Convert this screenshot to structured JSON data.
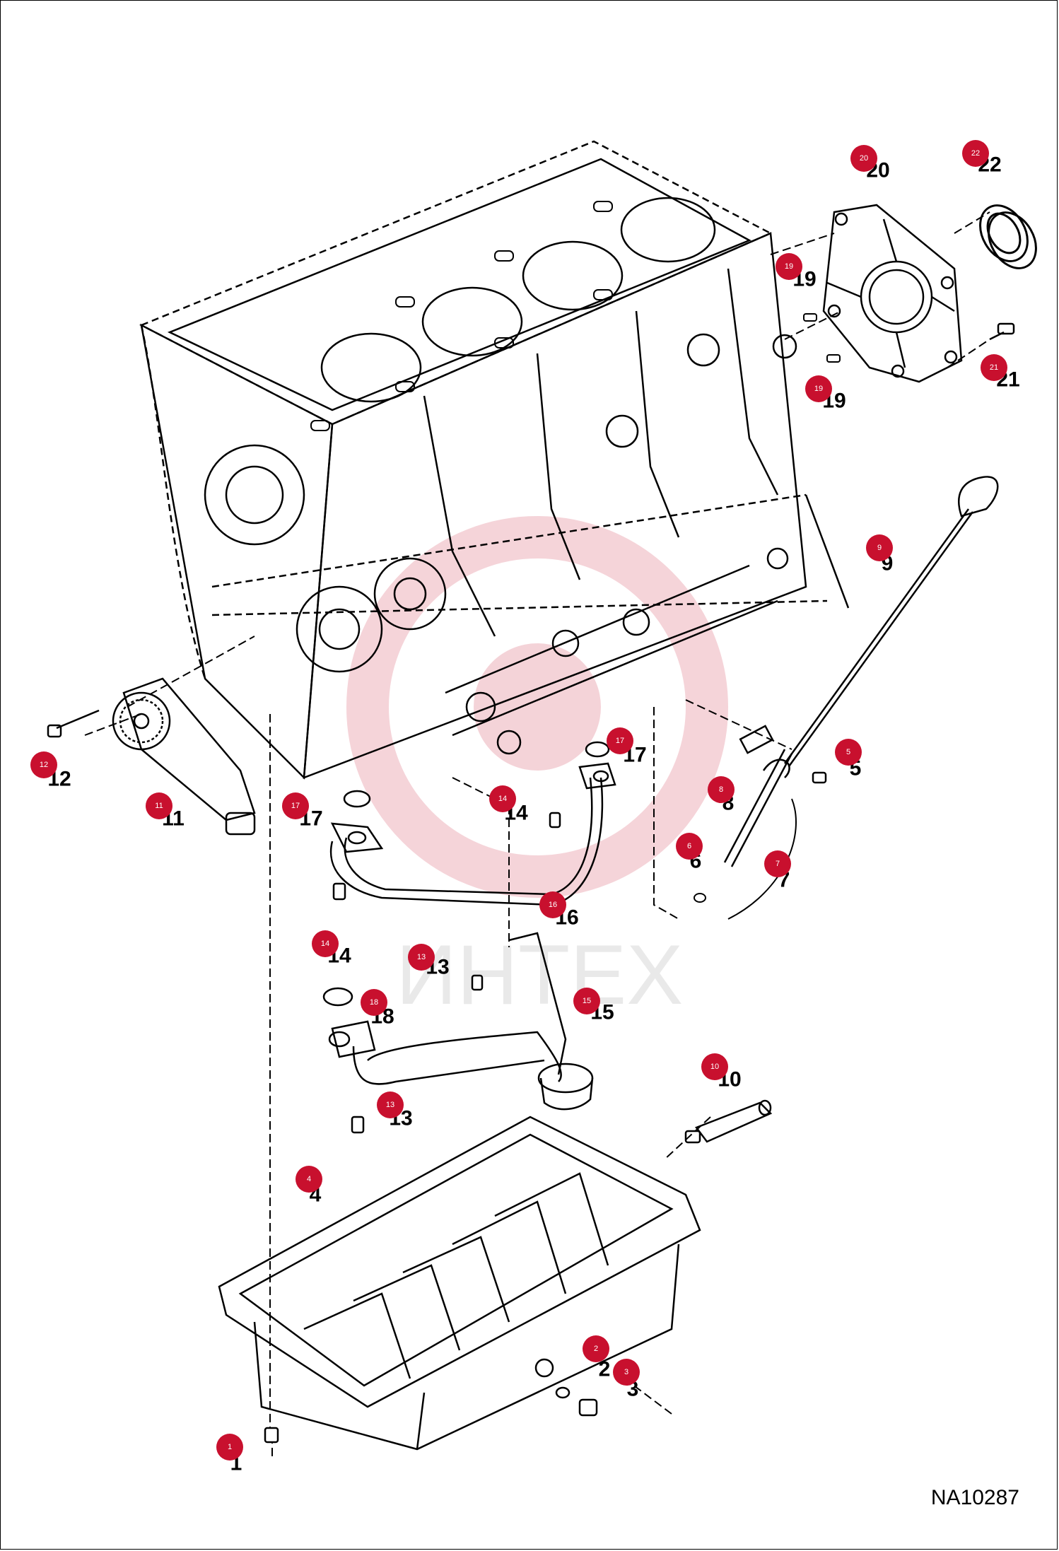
{
  "reference_code": "NA10287",
  "watermark_text": "ИНТЕХ",
  "colors": {
    "callout": "#c8102e",
    "line": "#000000",
    "watermark": "#e8a0a0"
  },
  "parts": [
    {
      "id": "1",
      "label": "1"
    },
    {
      "id": "2",
      "label": "2"
    },
    {
      "id": "3",
      "label": "3"
    },
    {
      "id": "4",
      "label": "4"
    },
    {
      "id": "5",
      "label": "5"
    },
    {
      "id": "6",
      "label": "6"
    },
    {
      "id": "7",
      "label": "7"
    },
    {
      "id": "8",
      "label": "8"
    },
    {
      "id": "9",
      "label": "9"
    },
    {
      "id": "10",
      "label": "10"
    },
    {
      "id": "11",
      "label": "11"
    },
    {
      "id": "12",
      "label": "12"
    },
    {
      "id": "13a",
      "label": "13"
    },
    {
      "id": "13b",
      "label": "13"
    },
    {
      "id": "14a",
      "label": "14"
    },
    {
      "id": "14b",
      "label": "14"
    },
    {
      "id": "15",
      "label": "15"
    },
    {
      "id": "16",
      "label": "16"
    },
    {
      "id": "17a",
      "label": "17"
    },
    {
      "id": "17b",
      "label": "17"
    },
    {
      "id": "18",
      "label": "18"
    },
    {
      "id": "19a",
      "label": "19"
    },
    {
      "id": "19b",
      "label": "19"
    },
    {
      "id": "20",
      "label": "20"
    },
    {
      "id": "21",
      "label": "21"
    },
    {
      "id": "22",
      "label": "22"
    }
  ]
}
